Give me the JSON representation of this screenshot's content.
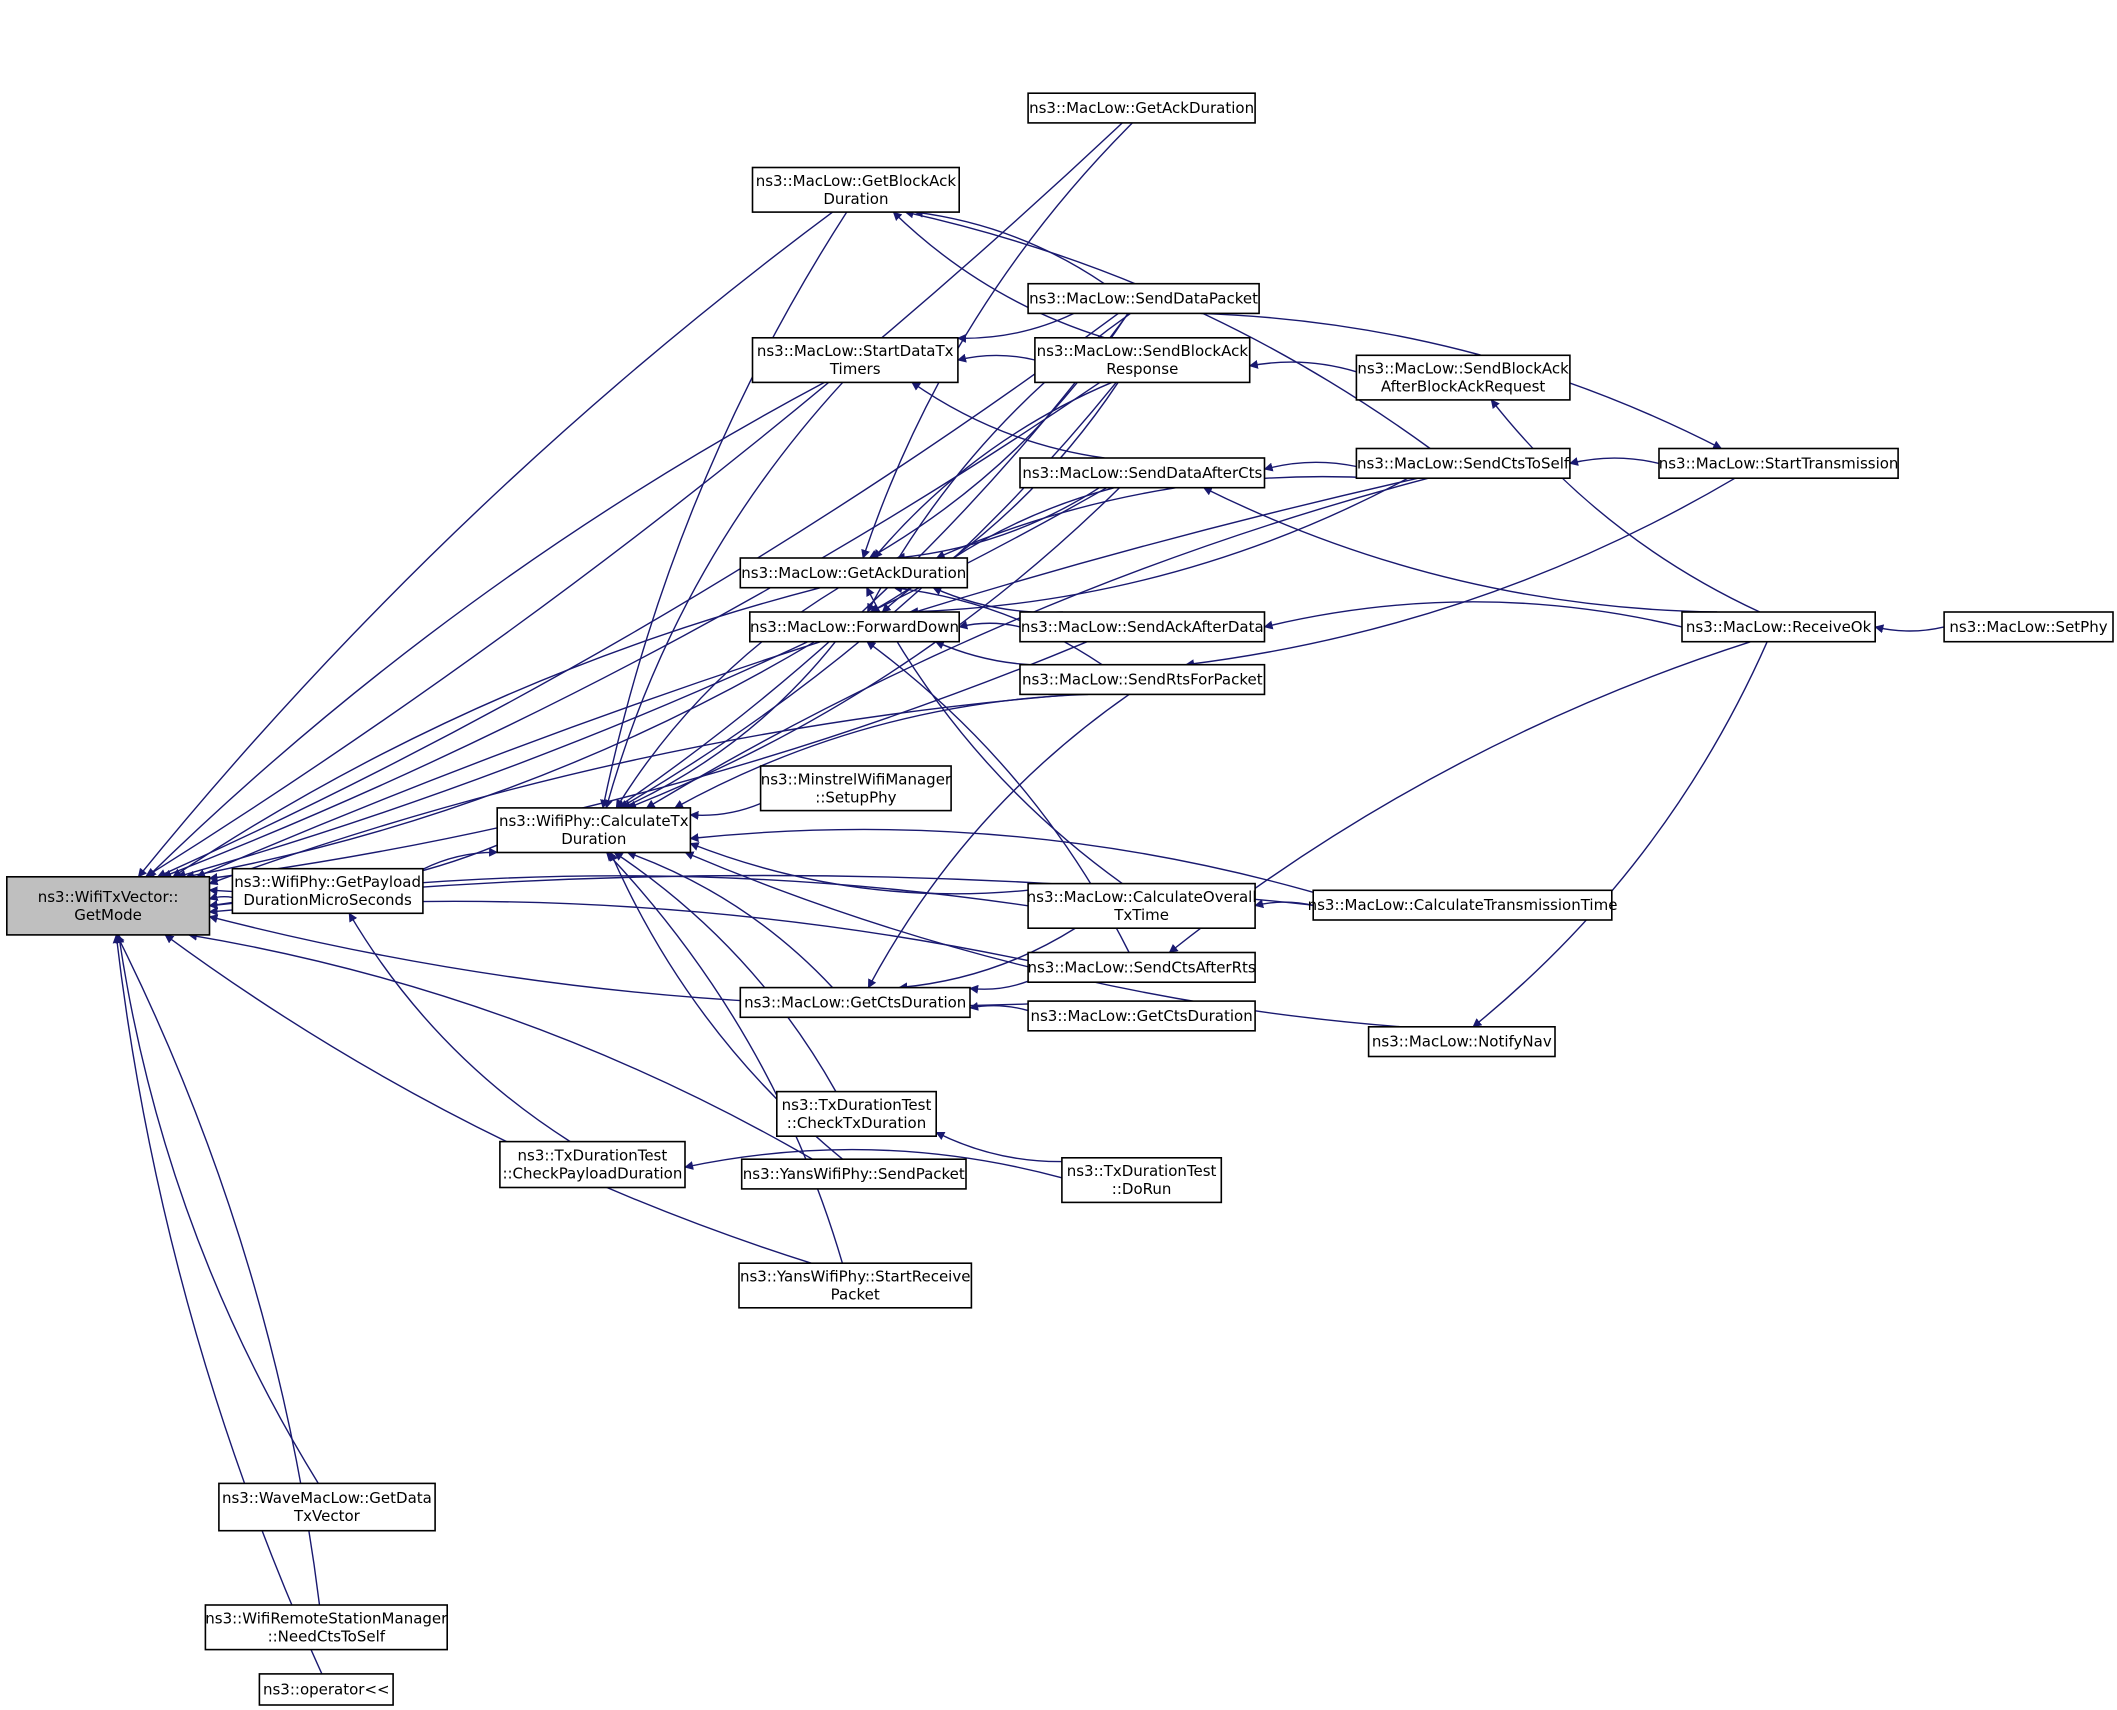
{
  "diagram": {
    "type": "doxygen-caller-graph",
    "edge_color": "#191970",
    "root_fill": "#bfbfbf",
    "nodes": [
      {
        "id": "root",
        "lines": [
          "ns3::WifiTxVector::",
          "GetMode"
        ]
      },
      {
        "id": "cd",
        "lines": [
          "ns3::WifiPhy::CalculateTx",
          "Duration"
        ]
      },
      {
        "id": "gpd",
        "lines": [
          "ns3::WifiPhy::GetPayload",
          "DurationMicroSeconds"
        ]
      },
      {
        "id": "gad1",
        "lines": [
          "ns3::MacLow::GetAckDuration"
        ]
      },
      {
        "id": "gbad",
        "lines": [
          "ns3::MacLow::GetBlockAck",
          "Duration"
        ]
      },
      {
        "id": "sdp",
        "lines": [
          "ns3::MacLow::SendDataPacket"
        ]
      },
      {
        "id": "sdtt",
        "lines": [
          "ns3::MacLow::StartDataTx",
          "Timers"
        ]
      },
      {
        "id": "sbar",
        "lines": [
          "ns3::MacLow::SendBlockAck",
          "Response"
        ]
      },
      {
        "id": "sbaab",
        "lines": [
          "ns3::MacLow::SendBlockAck",
          "AfterBlockAckRequest"
        ]
      },
      {
        "id": "sdac",
        "lines": [
          "ns3::MacLow::SendDataAfterCts"
        ]
      },
      {
        "id": "scts",
        "lines": [
          "ns3::MacLow::SendCtsToSelf"
        ]
      },
      {
        "id": "st",
        "lines": [
          "ns3::MacLow::StartTransmission"
        ]
      },
      {
        "id": "gad2",
        "lines": [
          "ns3::MacLow::GetAckDuration"
        ]
      },
      {
        "id": "fd",
        "lines": [
          "ns3::MacLow::ForwardDown"
        ]
      },
      {
        "id": "saad",
        "lines": [
          "ns3::MacLow::SendAckAfterData"
        ]
      },
      {
        "id": "rok",
        "lines": [
          "ns3::MacLow::ReceiveOk"
        ]
      },
      {
        "id": "sphy",
        "lines": [
          "ns3::MacLow::SetPhy"
        ]
      },
      {
        "id": "srfp",
        "lines": [
          "ns3::MacLow::SendRtsForPacket"
        ]
      },
      {
        "id": "mwm",
        "lines": [
          "ns3::MinstrelWifiManager",
          "::SetupPhy"
        ]
      },
      {
        "id": "cott",
        "lines": [
          "ns3::MacLow::CalculateOverall",
          "TxTime"
        ]
      },
      {
        "id": "ctt",
        "lines": [
          "ns3::MacLow::CalculateTransmissionTime"
        ]
      },
      {
        "id": "scar",
        "lines": [
          "ns3::MacLow::SendCtsAfterRts"
        ]
      },
      {
        "id": "gcd1",
        "lines": [
          "ns3::MacLow::GetCtsDuration"
        ]
      },
      {
        "id": "gcd2",
        "lines": [
          "ns3::MacLow::GetCtsDuration"
        ]
      },
      {
        "id": "nnav",
        "lines": [
          "ns3::MacLow::NotifyNav"
        ]
      },
      {
        "id": "tdct",
        "lines": [
          "ns3::TxDurationTest",
          "::CheckTxDuration"
        ]
      },
      {
        "id": "tdcp",
        "lines": [
          "ns3::TxDurationTest",
          "::CheckPayloadDuration"
        ]
      },
      {
        "id": "ysp",
        "lines": [
          "ns3::YansWifiPhy::SendPacket"
        ]
      },
      {
        "id": "tddr",
        "lines": [
          "ns3::TxDurationTest",
          "::DoRun"
        ]
      },
      {
        "id": "ysrp",
        "lines": [
          "ns3::YansWifiPhy::StartReceive",
          "Packet"
        ]
      },
      {
        "id": "wmgd",
        "lines": [
          "ns3::WaveMacLow::GetData",
          "TxVector"
        ]
      },
      {
        "id": "wrsm",
        "lines": [
          "ns3::WifiRemoteStationManager",
          "::NeedCtsToSelf"
        ]
      },
      {
        "id": "opl",
        "lines": [
          "ns3::operator<<"
        ]
      }
    ],
    "edges": [
      [
        "gad1",
        "root"
      ],
      [
        "gbad",
        "root"
      ],
      [
        "sdp",
        "root"
      ],
      [
        "sdtt",
        "root"
      ],
      [
        "sbar",
        "root"
      ],
      [
        "scts",
        "root"
      ],
      [
        "sdac",
        "root"
      ],
      [
        "gad2",
        "root"
      ],
      [
        "fd",
        "root"
      ],
      [
        "srfp",
        "root"
      ],
      [
        "cd",
        "root"
      ],
      [
        "gpd",
        "root"
      ],
      [
        "saad",
        "root"
      ],
      [
        "ysp",
        "root"
      ],
      [
        "ysrp",
        "root"
      ],
      [
        "scar",
        "root"
      ],
      [
        "gcd2",
        "root"
      ],
      [
        "ctt",
        "root"
      ],
      [
        "wmgd",
        "root"
      ],
      [
        "wrsm",
        "root"
      ],
      [
        "opl",
        "root"
      ],
      [
        "cott",
        "root"
      ],
      [
        "gpd",
        "cd"
      ],
      [
        "gbad",
        "cd"
      ],
      [
        "sdp",
        "cd"
      ],
      [
        "sdtt",
        "cd"
      ],
      [
        "sbar",
        "cd"
      ],
      [
        "scts",
        "cd"
      ],
      [
        "sdac",
        "cd"
      ],
      [
        "gad2",
        "cd"
      ],
      [
        "fd",
        "cd"
      ],
      [
        "srfp",
        "cd"
      ],
      [
        "mwm",
        "cd"
      ],
      [
        "ctt",
        "cd"
      ],
      [
        "cott",
        "cd"
      ],
      [
        "gcd1",
        "cd"
      ],
      [
        "nnav",
        "cd"
      ],
      [
        "tdct",
        "cd"
      ],
      [
        "ysp",
        "cd"
      ],
      [
        "ysrp",
        "cd"
      ],
      [
        "tdcp",
        "gpd"
      ],
      [
        "tddr",
        "tdcp"
      ],
      [
        "tddr",
        "tdct"
      ],
      [
        "sdp",
        "gbad"
      ],
      [
        "sbar",
        "gbad"
      ],
      [
        "scts",
        "gbad"
      ],
      [
        "sdp",
        "sdtt"
      ],
      [
        "sbar",
        "sdtt"
      ],
      [
        "sdac",
        "sdtt"
      ],
      [
        "sbaab",
        "sbar"
      ],
      [
        "sdp",
        "st"
      ],
      [
        "scts",
        "sdac"
      ],
      [
        "rok",
        "sdac"
      ],
      [
        "st",
        "scts"
      ],
      [
        "rok",
        "sbaab"
      ],
      [
        "rok",
        "saad"
      ],
      [
        "sphy",
        "rok"
      ],
      [
        "rok",
        "scar"
      ],
      [
        "rok",
        "nnav"
      ],
      [
        "gad1",
        "gad2"
      ],
      [
        "sdp",
        "gad2"
      ],
      [
        "sbar",
        "gad2"
      ],
      [
        "sdac",
        "gad2"
      ],
      [
        "scts",
        "gad2"
      ],
      [
        "saad",
        "gad2"
      ],
      [
        "srfp",
        "gad2"
      ],
      [
        "cott",
        "gad2"
      ],
      [
        "sdp",
        "fd"
      ],
      [
        "sbar",
        "fd"
      ],
      [
        "sdac",
        "fd"
      ],
      [
        "scts",
        "fd"
      ],
      [
        "saad",
        "fd"
      ],
      [
        "srfp",
        "fd"
      ],
      [
        "scar",
        "fd"
      ],
      [
        "st",
        "srfp"
      ],
      [
        "ctt",
        "cott"
      ],
      [
        "scar",
        "gcd1"
      ],
      [
        "gcd2",
        "gcd1"
      ],
      [
        "cott",
        "gcd1"
      ],
      [
        "srfp",
        "gcd1"
      ]
    ]
  }
}
